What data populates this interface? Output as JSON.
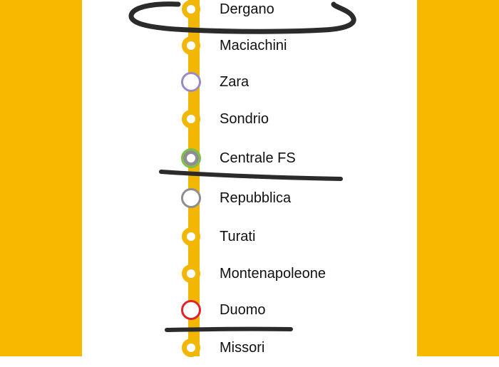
{
  "colors": {
    "line": "#f2b705",
    "background": "#ffffff",
    "side_band": "#f9b800",
    "ink": "#2b2b2b",
    "text": "#111111"
  },
  "line_name": "",
  "stations": [
    {
      "name": "Dergano",
      "marker_color": "#f2b705",
      "interchange": false
    },
    {
      "name": "Maciachini",
      "marker_color": "#f2b705",
      "interchange": false
    },
    {
      "name": "Zara",
      "marker_color": "#9b8bc4",
      "interchange": true
    },
    {
      "name": "Sondrio",
      "marker_color": "#f2b705",
      "interchange": false
    },
    {
      "name": "Centrale FS",
      "marker_color": "#7cc242",
      "inner_color": "#8e8e8e",
      "interchange": true
    },
    {
      "name": "Repubblica",
      "marker_color": "#8e8e8e",
      "interchange": true
    },
    {
      "name": "Turati",
      "marker_color": "#f2b705",
      "interchange": false
    },
    {
      "name": "Montenapoleone",
      "marker_color": "#f2b705",
      "interchange": false
    },
    {
      "name": "Duomo",
      "marker_color": "#e3232c",
      "interchange": true
    },
    {
      "name": "Missori",
      "marker_color": "#f2b705",
      "interchange": false
    }
  ],
  "annotations": [
    {
      "kind": "loop",
      "around_station": "Dergano"
    },
    {
      "kind": "underline",
      "below_station": "Centrale FS"
    },
    {
      "kind": "underline",
      "below_station": "Duomo"
    }
  ]
}
